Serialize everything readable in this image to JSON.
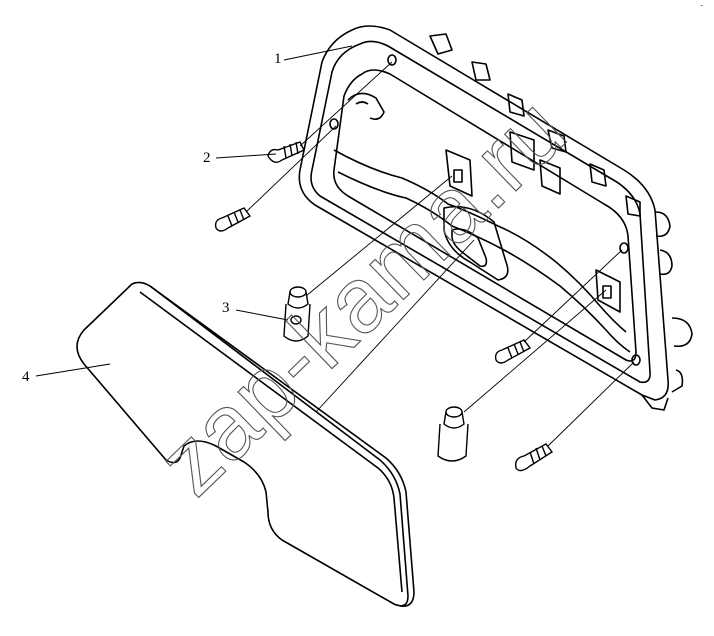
{
  "callouts": {
    "c1": "1",
    "c2": "2",
    "c3": "3",
    "c4": "4"
  },
  "watermark": "zap-kama.ru",
  "corner_mark": "ᐨ",
  "colors": {
    "line": "#000000",
    "watermark": "#555555",
    "background": "#ffffff"
  }
}
